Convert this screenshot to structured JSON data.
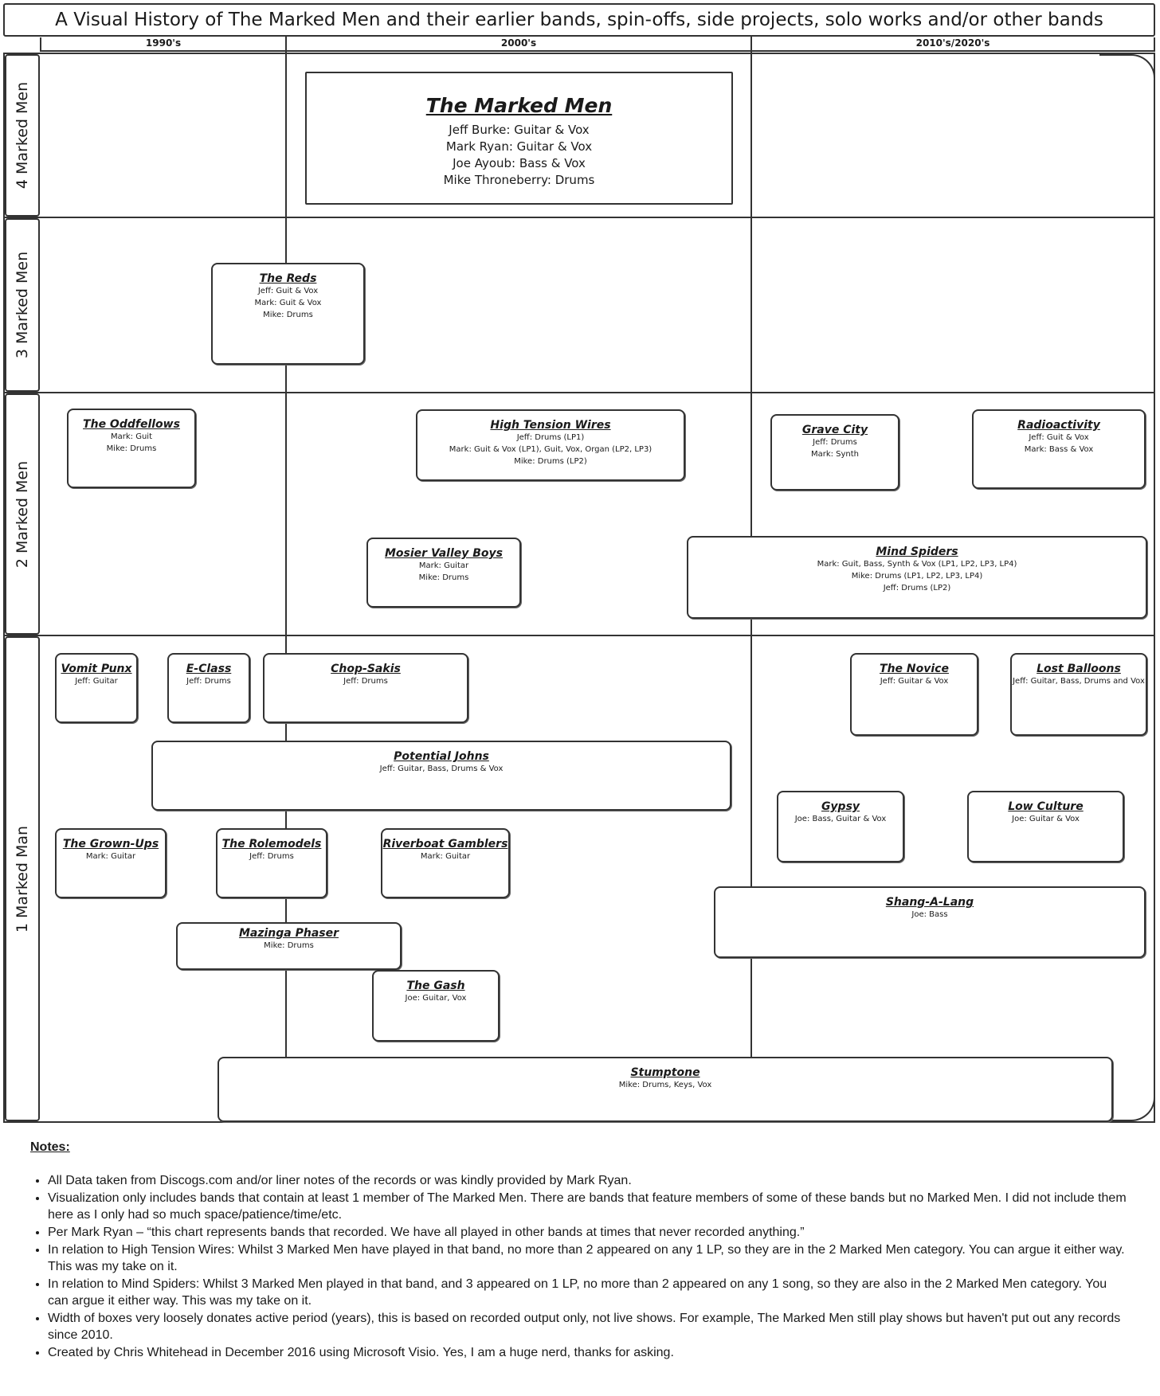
{
  "title": "A Visual History of The Marked Men and their earlier bands, spin-offs, side projects, solo works and/or other bands",
  "eras": [
    "1990's",
    "2000's",
    "2010's/2020's"
  ],
  "rows": [
    "4 Marked Men",
    "3 Marked Men",
    "2 Marked Men",
    "1 Marked Man"
  ],
  "main_band": {
    "name": "The Marked Men",
    "members": [
      "Jeff Burke: Guitar & Vox",
      "Mark Ryan: Guitar & Vox",
      "Joe Ayoub: Bass & Vox",
      "Mike Throneberry: Drums"
    ]
  },
  "bands": [
    {
      "name": "The Reds",
      "members": [
        "Jeff: Guit & Vox",
        "Mark: Guit & Vox",
        "Mike: Drums"
      ]
    },
    {
      "name": "The Oddfellows",
      "members": [
        "Mark: Guit",
        "Mike: Drums"
      ]
    },
    {
      "name": "High Tension Wires",
      "members": [
        "Jeff: Drums (LP1)",
        "Mark: Guit & Vox (LP1), Guit, Vox, Organ (LP2, LP3)",
        "Mike: Drums (LP2)"
      ]
    },
    {
      "name": "Grave City",
      "members": [
        "Jeff: Drums",
        "Mark: Synth"
      ]
    },
    {
      "name": "Radioactivity",
      "members": [
        "Jeff: Guit & Vox",
        "Mark: Bass & Vox"
      ]
    },
    {
      "name": "Mosier Valley Boys",
      "members": [
        "Mark: Guitar",
        "Mike: Drums"
      ]
    },
    {
      "name": "Mind Spiders",
      "members": [
        "Mark: Guit, Bass, Synth & Vox  (LP1, LP2, LP3, LP4)",
        "Mike: Drums (LP1, LP2, LP3, LP4)",
        "Jeff: Drums (LP2)"
      ]
    },
    {
      "name": "Vomit Punx",
      "members": [
        "Jeff: Guitar"
      ]
    },
    {
      "name": "E-Class",
      "members": [
        "Jeff: Drums"
      ]
    },
    {
      "name": "Chop-Sakis",
      "members": [
        "Jeff: Drums"
      ]
    },
    {
      "name": "The Novice",
      "members": [
        "Jeff: Guitar & Vox"
      ]
    },
    {
      "name": "Lost Balloons",
      "members": [
        "Jeff: Guitar, Bass, Drums and Vox"
      ]
    },
    {
      "name": "Potential Johns",
      "members": [
        "Jeff: Guitar, Bass, Drums & Vox"
      ]
    },
    {
      "name": "Gypsy",
      "members": [
        "Joe: Bass, Guitar & Vox"
      ]
    },
    {
      "name": "Low Culture",
      "members": [
        "Joe: Guitar & Vox"
      ]
    },
    {
      "name": "The Grown-Ups",
      "members": [
        "Mark: Guitar"
      ]
    },
    {
      "name": "The Rolemodels",
      "members": [
        "Jeff: Drums"
      ]
    },
    {
      "name": "Riverboat Gamblers",
      "members": [
        "Mark: Guitar"
      ]
    },
    {
      "name": "Shang-A-Lang",
      "members": [
        "Joe: Bass"
      ]
    },
    {
      "name": "Mazinga Phaser",
      "members": [
        "Mike: Drums"
      ]
    },
    {
      "name": "The Gash",
      "members": [
        "Joe: Guitar, Vox"
      ]
    },
    {
      "name": "Stumptone",
      "members": [
        "Mike: Drums, Keys, Vox"
      ]
    }
  ],
  "notes": {
    "heading": "Notes:",
    "items": [
      "All Data taken from Discogs.com and/or liner notes of the records or was kindly provided by Mark Ryan.",
      "Visualization only includes bands that contain at least 1 member of The Marked Men. There are  bands that feature members of some of these bands but no Marked Men. I did not include them here as I only had so much space/patience/time/etc.",
      "Per Mark Ryan – “this chart represents bands that recorded. We have all played in other bands at times that never recorded anything.”",
      "In relation to High Tension Wires: Whilst 3 Marked Men have played in that band, no more than 2 appeared on any 1 LP, so they are in the 2 Marked Men category. You can argue it either way. This was my take on it.",
      "In relation to Mind Spiders: Whilst 3 Marked Men played in that band, and 3 appeared on 1 LP, no more than 2 appeared on any 1 song, so they are also in the 2 Marked Men category. You can argue it either way. This was my take on it.",
      "Width of boxes very loosely donates active period (years), this is based on recorded output only, not live shows. For example, The Marked Men still play shows but haven't put out any records since 2010.",
      "Created by Chris Whitehead in December 2016 using Microsoft Visio. Yes, I am a huge nerd, thanks for asking."
    ]
  }
}
